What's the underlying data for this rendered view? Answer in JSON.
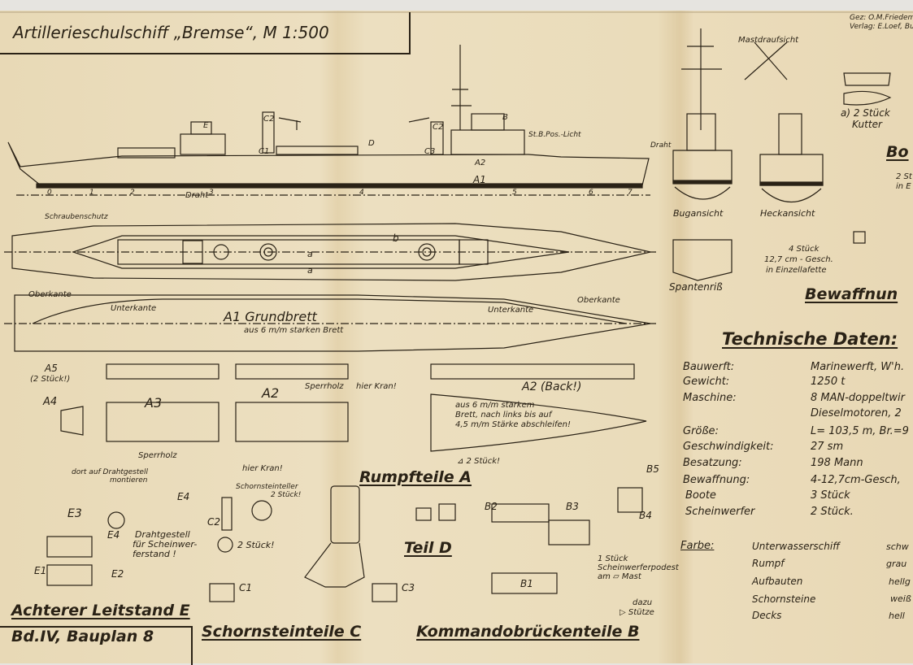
{
  "title": "Artillerieschulschiff „Bremse“, M 1:500",
  "credits": {
    "drawn": "Gez: O.M.Friedemann",
    "publisher": "Verlag: E.Loef, Bur"
  },
  "plan_id": "Bd.IV, Bauplan 8",
  "side_view": {
    "labels": [
      "E",
      "C2",
      "C1",
      "D",
      "B",
      "C2",
      "C3",
      "A2",
      "A1",
      "St.B.Pos.-Licht",
      "Draht",
      "Schraubenschutz"
    ],
    "stations": [
      "0",
      "1",
      "2",
      "3",
      "4",
      "5",
      "6",
      "7"
    ]
  },
  "top_view": {
    "labels": [
      "a",
      "a",
      "b"
    ]
  },
  "grundbrett": {
    "label": "A1 Grundbrett",
    "note": "aus 6 m/m starken Brett",
    "oberkante": "Oberkante",
    "unterkante": "Unterkante"
  },
  "mast": {
    "label": "Mastdraufsicht"
  },
  "boats": {
    "kutter": "a) 2 Stück",
    "kutter2": "Kutter",
    "section": "Bo",
    "small": "2 St",
    "small2": "in E"
  },
  "views": {
    "bow": "Bugansicht",
    "stern": "Heckansicht",
    "frames": "Spantenriß",
    "draht": "Draht"
  },
  "guns": {
    "count": "4 Stück",
    "desc": "12,7 cm - Gesch.",
    "mount": "in Einzellafette",
    "section": "Bewaffnun"
  },
  "technical": {
    "heading": "Technische Daten:",
    "rows": [
      {
        "label": "Bauwerft:",
        "value": "Marinewerft, W'h."
      },
      {
        "label": "Gewicht:",
        "value": "1250 t"
      },
      {
        "label": "Maschine:",
        "value": "8 MAN-doppeltwir"
      },
      {
        "label": "",
        "value": "Dieselmotoren, 2"
      },
      {
        "label": "Größe:",
        "value": "L= 103,5 m, Br.=9"
      },
      {
        "label": "Geschwindigkeit:",
        "value": "27 sm"
      },
      {
        "label": "Besatzung:",
        "value": "198 Mann"
      },
      {
        "label": "Bewaffnung:",
        "value": "4-12,7cm-Gesch,"
      },
      {
        "label": "Boote",
        "value": "3 Stück"
      },
      {
        "label": "Scheinwerfer",
        "value": "2 Stück."
      }
    ]
  },
  "colors_table": {
    "heading": "Farbe:",
    "rows": [
      {
        "part": "Unterwasserschiff",
        "color": "schw"
      },
      {
        "part": "Rumpf",
        "color": "grau"
      },
      {
        "part": "Aufbauten",
        "color": "hellg"
      },
      {
        "part": "Schornsteine",
        "color": "weiß"
      },
      {
        "part": "Decks",
        "color": "hell"
      }
    ]
  },
  "rumpfteile": {
    "heading": "Rumpfteile A",
    "a5": "A5",
    "a5_note": "(2 Stück!)",
    "a4": "A4",
    "a3": "A3",
    "a2": "A2",
    "a2_back": "A2 (Back!)",
    "sperrholz": "Sperrholz",
    "hier_kran": "hier Kran!",
    "sperrholz2": "Sperrholz",
    "note1": "aus 6 m/m starkem",
    "note2": "Brett, nach links bis auf",
    "note3": "4,5 m/m Stärke abschleifen!",
    "zwei_stueck": "⊿ 2 Stück!"
  },
  "leitstand": {
    "heading": "Achterer Leitstand E",
    "note1": "dort auf Drahtgestell",
    "note2": "montieren",
    "draht1": "Drahtgestell",
    "draht2": "für Scheinwer-",
    "draht3": "ferstand !",
    "e1": "E1",
    "e2": "E2",
    "e3": "E3",
    "e4": "E4",
    "e4b": "E4"
  },
  "schornstein": {
    "heading": "Schornsteinteile C",
    "teller1": "Schornsteinteller",
    "teller2": "2 Stück!",
    "zwei": "2 Stück!",
    "c1": "C1",
    "c2": "C2",
    "c3": "C3"
  },
  "teil_d": {
    "heading": "Teil D"
  },
  "kommando": {
    "heading": "Kommandobrückenteile B",
    "b1": "B1",
    "b2": "B2",
    "b3": "B3",
    "b4": "B4",
    "b5": "B5",
    "podest1": "1 Stück",
    "podest2": "Scheinwerferpodest",
    "podest3": "am ▱ Mast",
    "dazu": "dazu",
    "stuetze": "▷ Stütze"
  }
}
